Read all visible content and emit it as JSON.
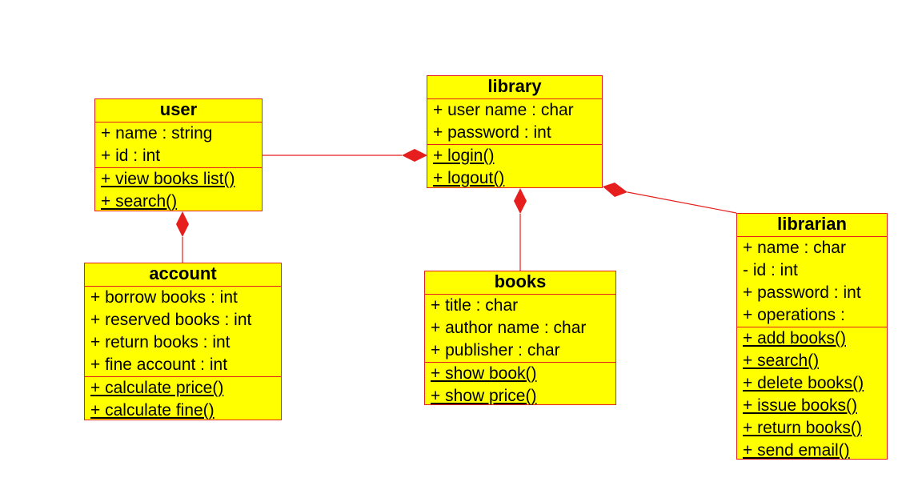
{
  "colors": {
    "class_fill": "#ffff00",
    "class_border": "#e61e1e",
    "connector": "#e61e1e",
    "diamond": "#e61e1e",
    "text": "#000000",
    "background": "#ffffff"
  },
  "classes": {
    "user": {
      "name": "user",
      "attributes": [
        "+ name : string",
        "+ id : int"
      ],
      "operations": [
        "+ view books list()",
        "+ search()"
      ]
    },
    "library": {
      "name": "library",
      "attributes": [
        "+ user name : char",
        "+ password : int"
      ],
      "operations": [
        "+ login()",
        "+ logout()"
      ]
    },
    "account": {
      "name": "account",
      "attributes": [
        "+ borrow books : int",
        "+ reserved books : int",
        "+ return books : int",
        "+ fine account : int"
      ],
      "operations": [
        "+ calculate price()",
        "+ calculate fine()"
      ]
    },
    "books": {
      "name": "books",
      "attributes": [
        "+ title : char",
        "+ author name : char",
        "+ publisher : char"
      ],
      "operations": [
        "+ show book()",
        "+ show price()"
      ]
    },
    "librarian": {
      "name": "librarian",
      "attributes": [
        "+ name : char",
        "- id : int",
        "+ password : int",
        "+ operations :"
      ],
      "operations": [
        "+ add books()",
        "+ search()",
        "+ delete books()",
        "+ issue books()",
        "+ return books()",
        "+ send email()"
      ]
    }
  },
  "relationships": [
    {
      "type": "composition",
      "whole": "library",
      "part": "user"
    },
    {
      "type": "composition",
      "whole": "library",
      "part": "books"
    },
    {
      "type": "composition",
      "whole": "library",
      "part": "librarian"
    },
    {
      "type": "composition",
      "whole": "user",
      "part": "account"
    }
  ]
}
